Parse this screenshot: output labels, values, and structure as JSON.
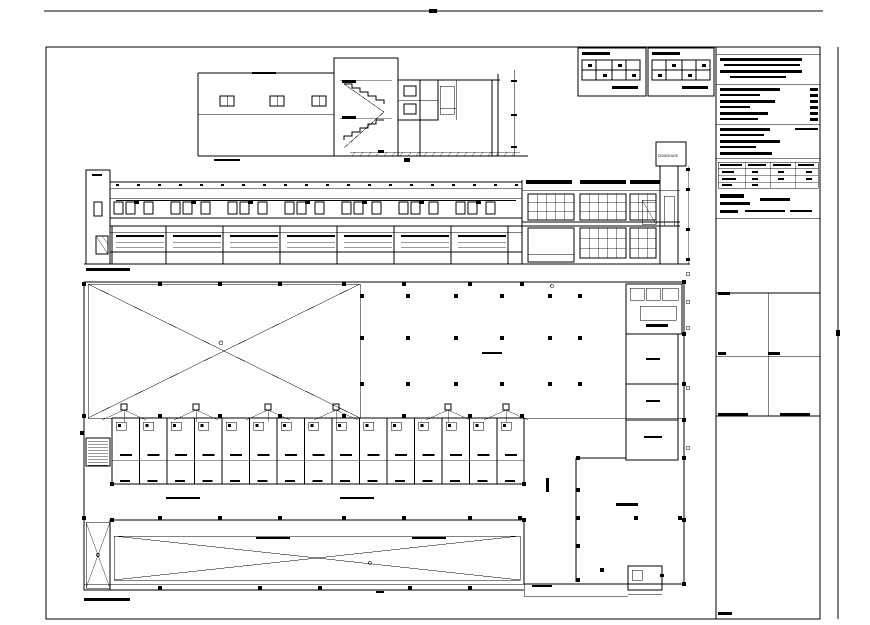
{
  "sign_text": "DOMOHUIE",
  "drawings": {
    "side_elevation": "side-elevation",
    "front_elevation": "front-elevation",
    "floor_plan": "ground-floor-plan"
  },
  "colors": {
    "ink": "#000000",
    "paper": "#ffffff"
  }
}
